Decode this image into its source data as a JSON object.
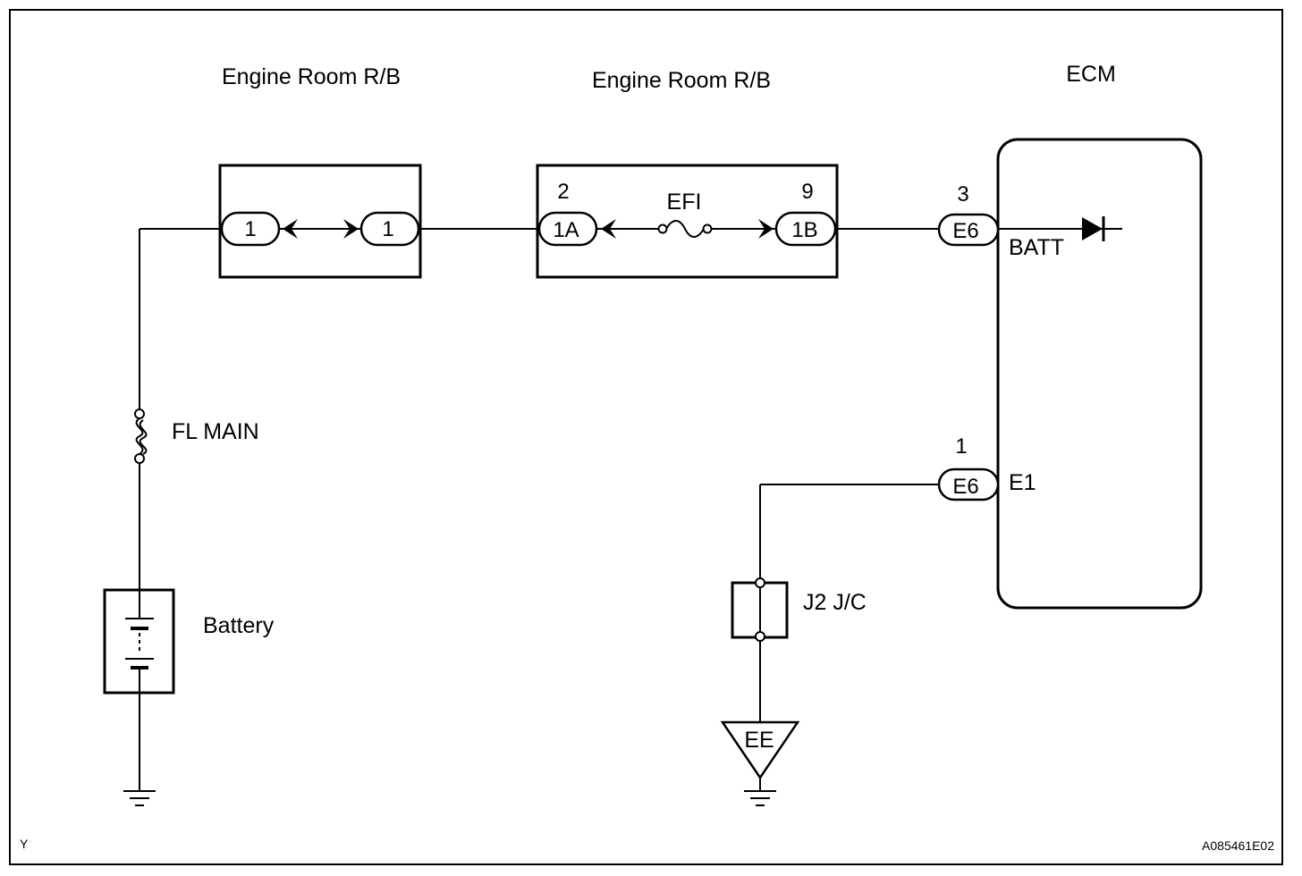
{
  "components": {
    "relay_block_left": {
      "title": "Engine Room R/B",
      "pin_left": "1",
      "pin_right": "1"
    },
    "relay_block_right": {
      "title": "Engine Room R/B",
      "fuse_label": "EFI",
      "pin_a_number": "2",
      "pin_a": "1A",
      "pin_b_number": "9",
      "pin_b": "1B"
    },
    "ecm": {
      "title": "ECM",
      "batt_terminal": "BATT",
      "batt_pin_number": "3",
      "batt_connector": "E6",
      "e1_terminal": "E1",
      "e1_pin_number": "1",
      "e1_connector": "E6"
    },
    "fl_main": {
      "label": "FL MAIN"
    },
    "battery": {
      "label": "Battery"
    },
    "junction": {
      "label": "J2 J/C"
    },
    "ground_point": {
      "label": "EE"
    }
  },
  "footer": {
    "left_code": "Y",
    "figure_id": "A085461E02"
  }
}
